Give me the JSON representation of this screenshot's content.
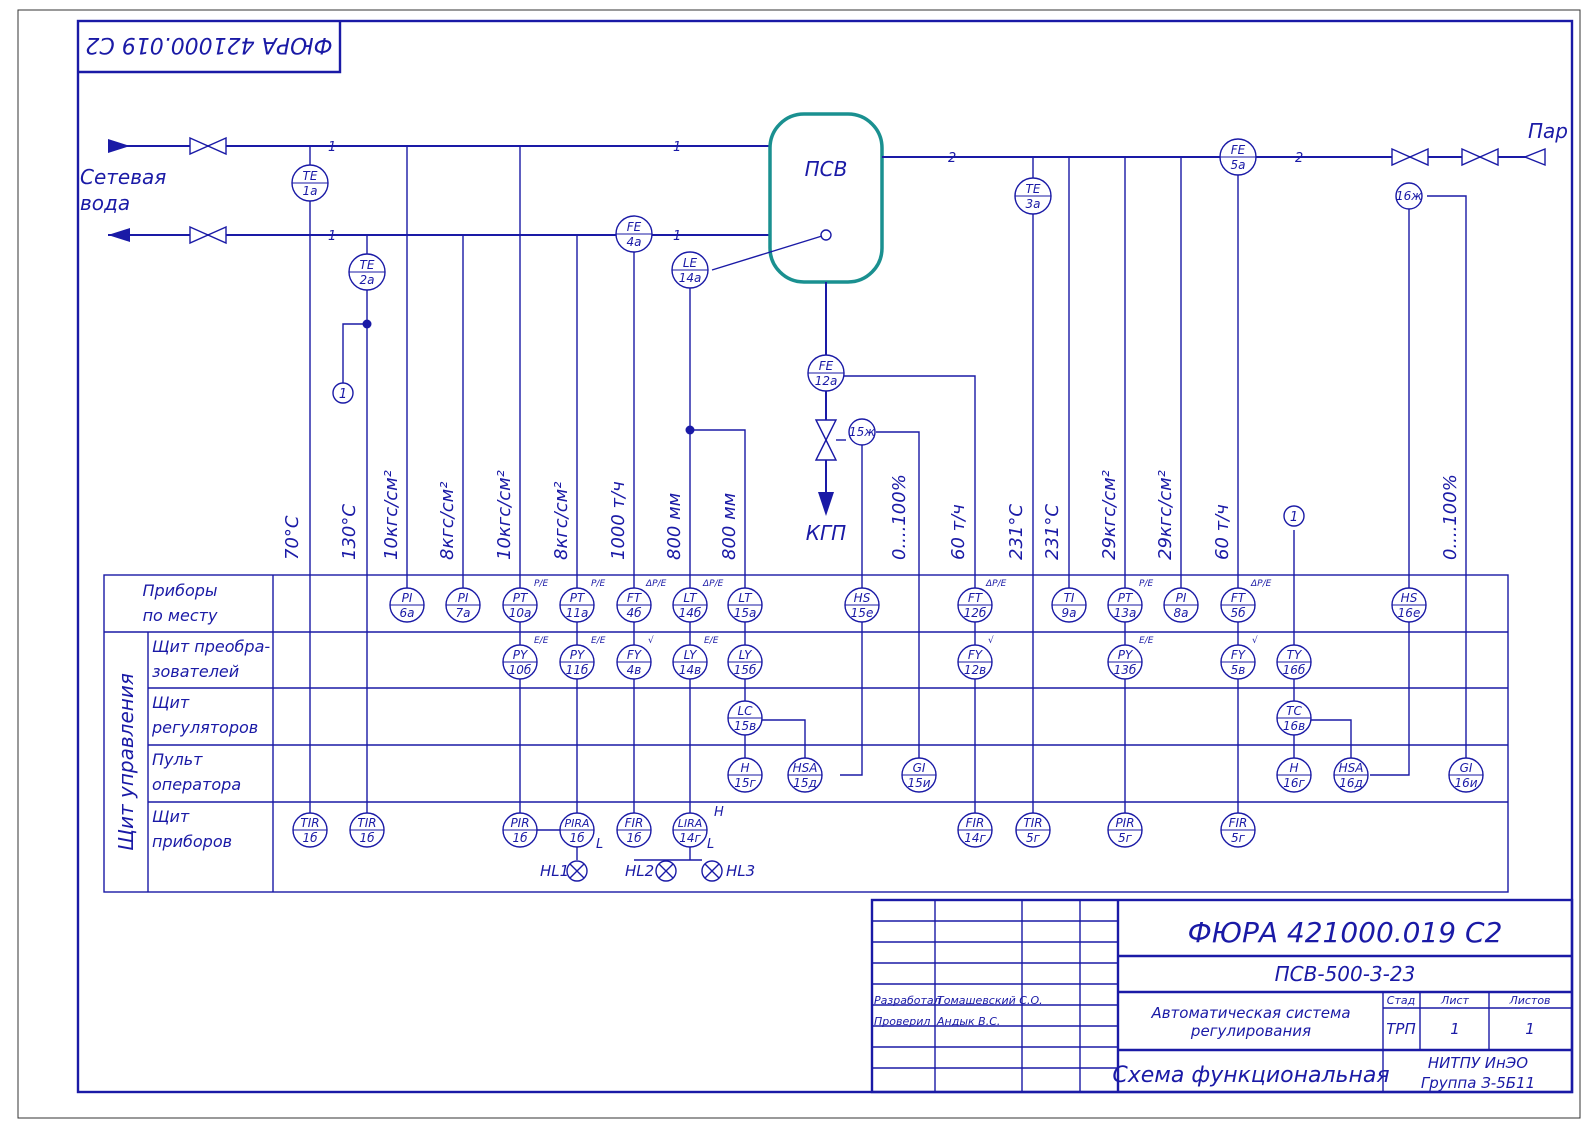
{
  "stamp_code_top": "ФЮРА 421000.019 С2",
  "labels": {
    "water_in": "Сетевая",
    "water_in2": "вода",
    "steam": "Пар",
    "heater": "ПСВ",
    "drain": "КГП"
  },
  "line_numbers": {
    "n1": "1",
    "n2": "2"
  },
  "instruments": {
    "te1a": [
      "TE",
      "1а"
    ],
    "te2a": [
      "TE",
      "2а"
    ],
    "fe4a": [
      "FE",
      "4а"
    ],
    "le14a": [
      "LE",
      "14а"
    ],
    "fe12a": [
      "FE",
      "12а"
    ],
    "ye15": [
      "15ж",
      ""
    ],
    "te3a": [
      "TE",
      "3а"
    ],
    "fe5a": [
      "FE",
      "5а"
    ],
    "ye16": [
      "16ж",
      ""
    ],
    "pi6a": [
      "PI",
      "6а"
    ],
    "pi7a": [
      "PI",
      "7а"
    ],
    "pt10a": [
      "PT",
      "10а"
    ],
    "pt11a": [
      "PT",
      "11а"
    ],
    "ft4b": [
      "FT",
      "4б"
    ],
    "lt14b": [
      "LT",
      "14б"
    ],
    "lt15a": [
      "LT",
      "15а"
    ],
    "hs15e": [
      "HS",
      "15е"
    ],
    "ft12b": [
      "FT",
      "12б"
    ],
    "ti9a": [
      "TI",
      "9а"
    ],
    "pt13a": [
      "PT",
      "13а"
    ],
    "pi8a": [
      "PI",
      "8а"
    ],
    "ft5b": [
      "FT",
      "5б"
    ],
    "hs16e": [
      "HS",
      "16е"
    ],
    "py10b": [
      "PY",
      "10б"
    ],
    "py11b": [
      "PY",
      "11б"
    ],
    "fy4v": [
      "FY",
      "4в"
    ],
    "ly14v": [
      "LY",
      "14в"
    ],
    "ly15b": [
      "LY",
      "15б"
    ],
    "fy12v": [
      "FY",
      "12в"
    ],
    "py13b": [
      "PY",
      "13б"
    ],
    "fy5v": [
      "FY",
      "5в"
    ],
    "ty16b": [
      "TY",
      "16б"
    ],
    "lc15v": [
      "LC",
      "15в"
    ],
    "tc16v": [
      "TC",
      "16в"
    ],
    "h15g": [
      "H",
      "15г"
    ],
    "hsa15d": [
      "HSA",
      "15д"
    ],
    "gi15i": [
      "GI",
      "15и"
    ],
    "h16g": [
      "H",
      "16г"
    ],
    "hsa16d": [
      "HSA",
      "16д"
    ],
    "gi16i": [
      "GI",
      "16и"
    ],
    "tir1b_a": [
      "TIR",
      "1б"
    ],
    "tir1b_b": [
      "TIR",
      "1б"
    ],
    "pir1b": [
      "PIR",
      "1б"
    ],
    "pira1b": [
      "PIRA",
      "1б"
    ],
    "fir1b": [
      "FIR",
      "1б"
    ],
    "lira14g": [
      "LIRA",
      "14г"
    ],
    "fir14g": [
      "FIR",
      "14г"
    ],
    "tir5g": [
      "TIR",
      "5г"
    ],
    "pir5g": [
      "PIR",
      "5г"
    ],
    "fir5g": [
      "FIR",
      "5г"
    ]
  },
  "small_marks": {
    "pe": "P/E",
    "ee": "E/E",
    "dpe": "ΔP/E",
    "root": "√",
    "H": "H",
    "L": "L"
  },
  "signal_ref": "1",
  "lamps": [
    "HL1",
    "HL2",
    "HL3"
  ],
  "ranges": [
    "70°С",
    "130°С",
    "10кгс/см²",
    "8кгс/см²",
    "10кгс/см²",
    "8кгс/см²",
    "1000 т/ч",
    "800 мм",
    "800 мм",
    "0....100%",
    "60 т/ч",
    "231°С",
    "231°С",
    "29кгс/см²",
    "29кгс/см²",
    "60 т/ч",
    "0....100%"
  ],
  "rows": {
    "local": [
      "Приборы",
      "по месту"
    ],
    "panel_side": "Щит управления",
    "converters": [
      "Щит преобра-",
      "зователей"
    ],
    "regulators": [
      "Щит",
      "регуляторов"
    ],
    "operator": [
      "Пульт",
      "оператора"
    ],
    "instruments": [
      "Щит",
      "приборов"
    ]
  },
  "title_block": {
    "code": "ФЮРА 421000.019 С2",
    "object": "ПСВ-500-3-23",
    "dev_label": "Разработал",
    "dev_name": "Томашевский С.О.",
    "chk_label": "Проверил",
    "chk_name": "Андык В.С.",
    "system": [
      "Автоматическая система",
      "регулирования"
    ],
    "stage_h": "Стад",
    "sheet_h": "Лист",
    "sheets_h": "Листов",
    "stage": "ТРП",
    "sheet": "1",
    "sheets": "1",
    "doc_type": "Схема функциональная",
    "org": [
      "НИТПУ ИнЭО",
      "Группа З-5Б11"
    ]
  }
}
